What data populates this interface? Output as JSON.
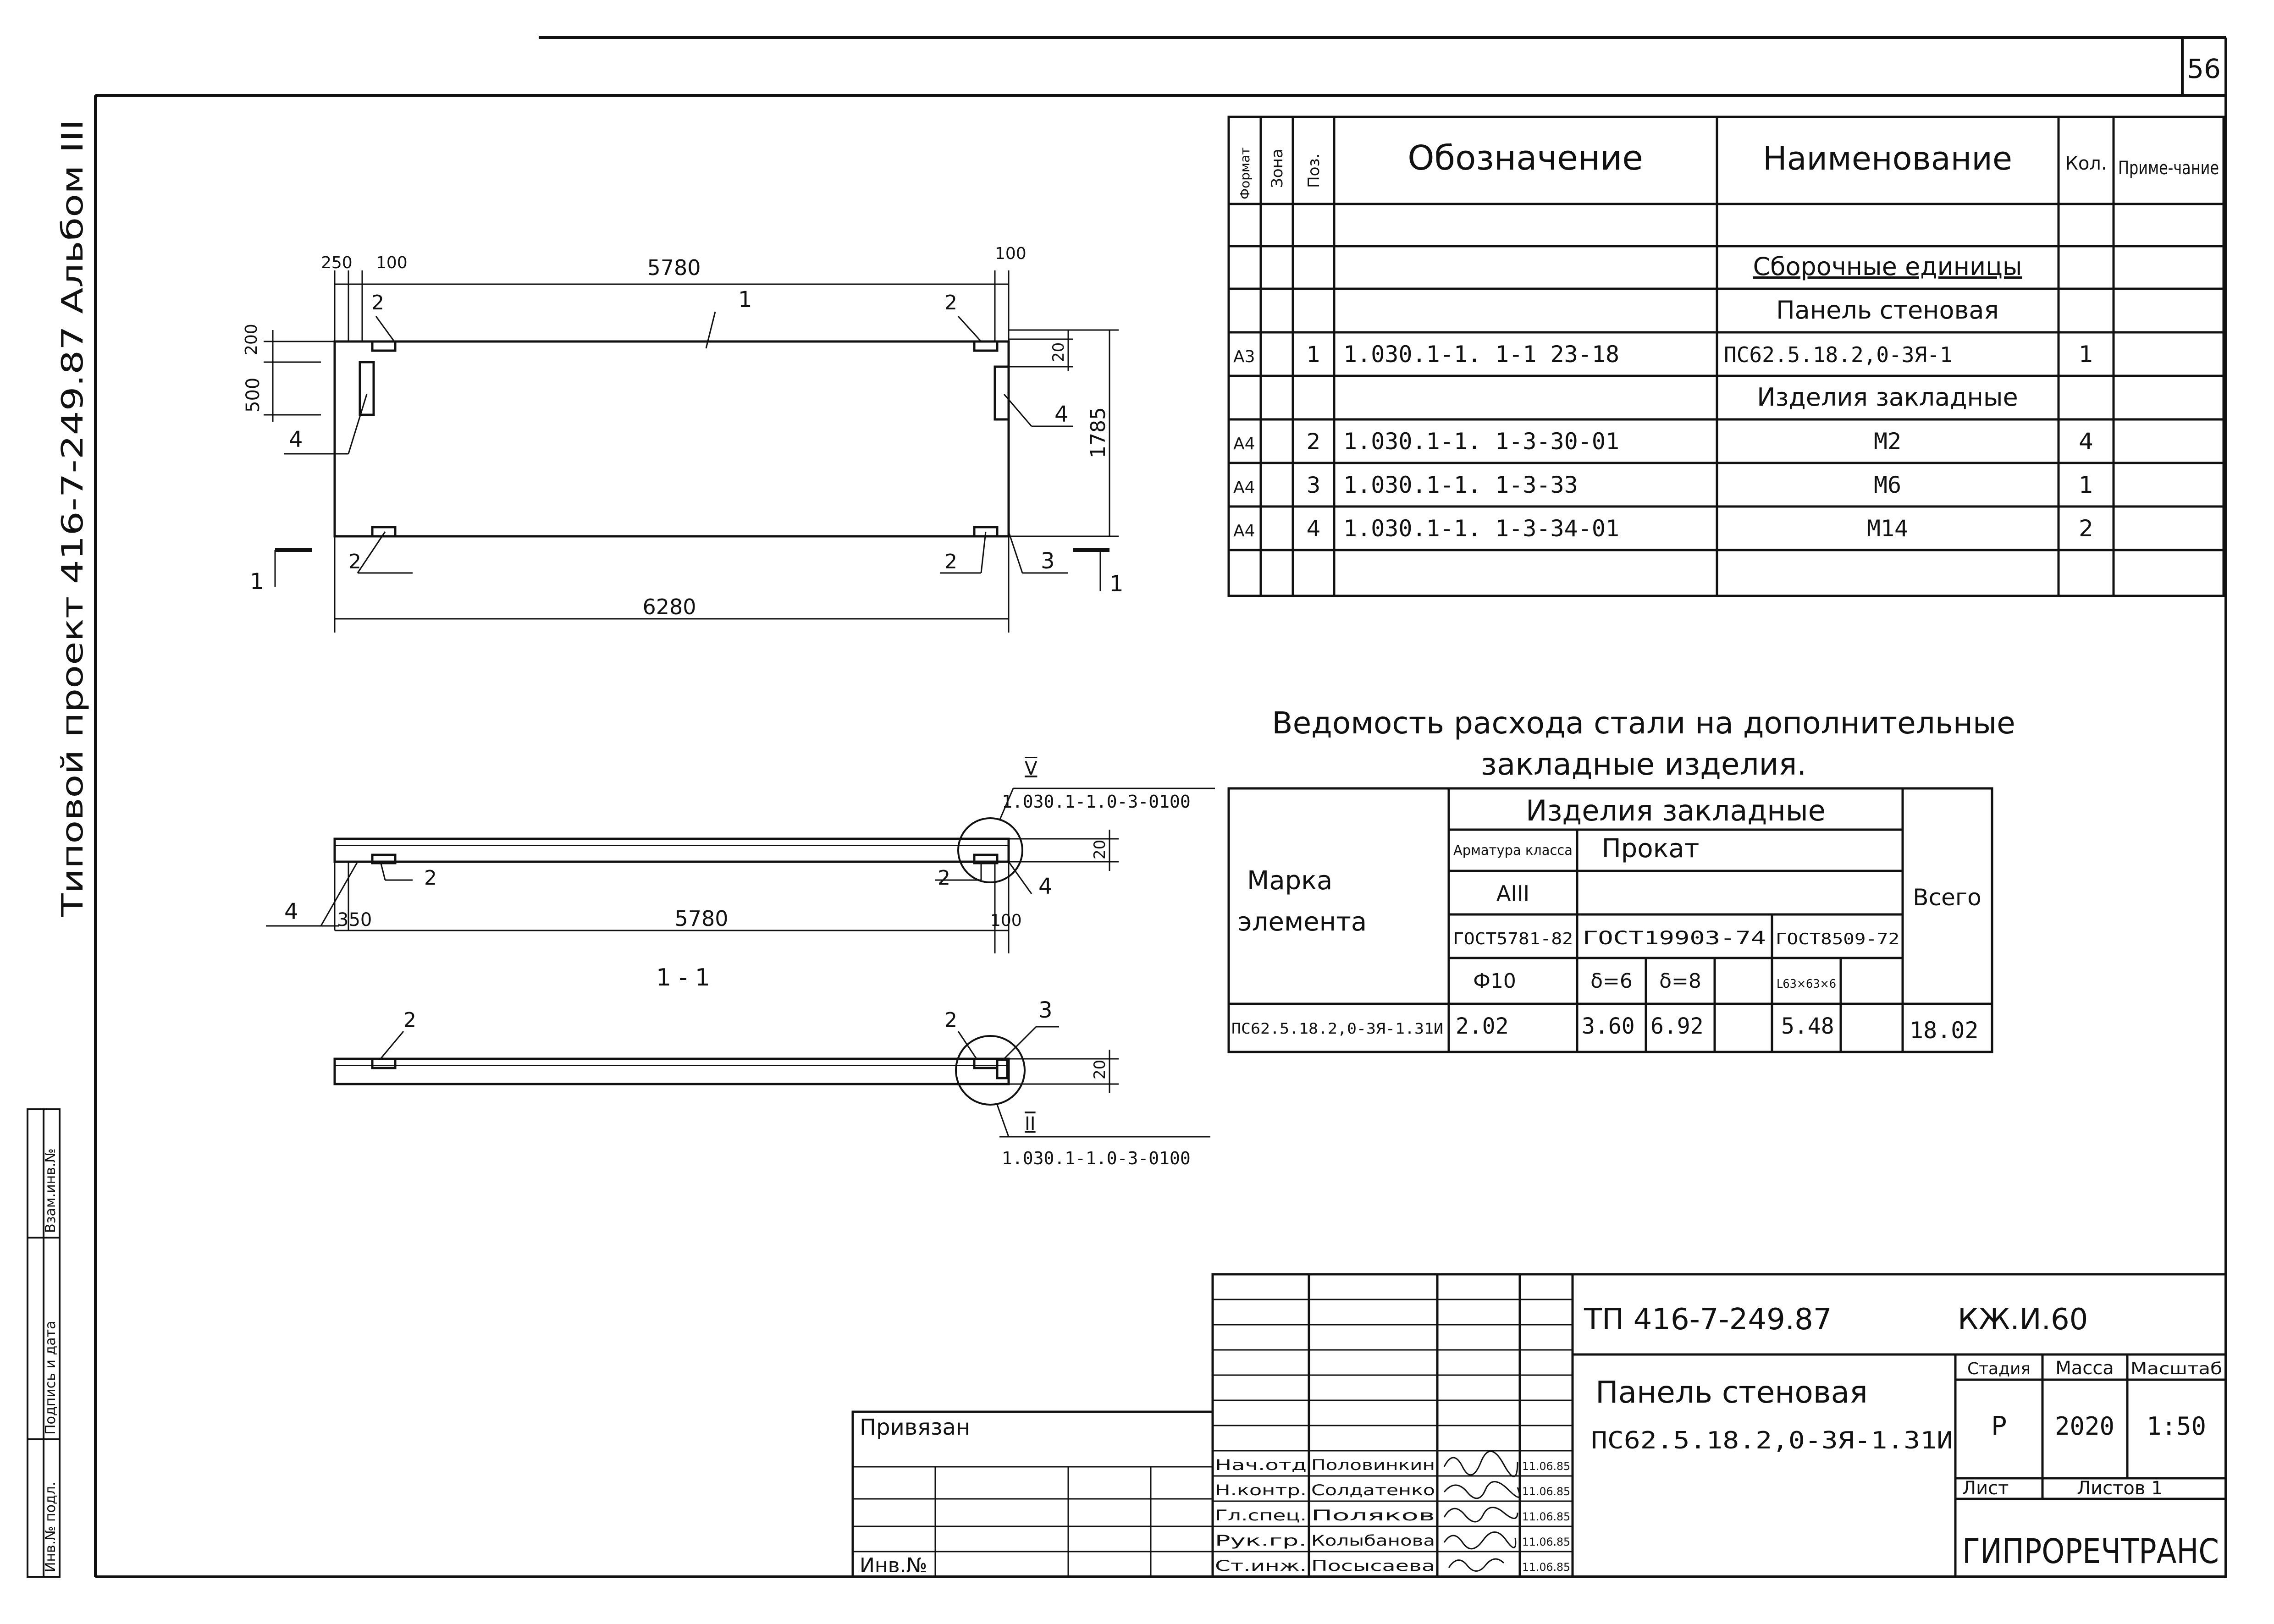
{
  "sheet_number": "56",
  "left_margin": {
    "series_text": "Типовой проект 416-7-249.87 Альбом III",
    "stamp_fields": [
      "Инв.№ подл.",
      "Подпись и дата",
      "Взам.инв.№"
    ]
  },
  "spec_table": {
    "headers": [
      "Формат",
      "Зона",
      "Поз.",
      "Обозначение",
      "Наименование",
      "Кол.",
      "Приме-чание"
    ],
    "section_assembly": "Сборочные единицы",
    "section_panel": "Панель стеновая",
    "section_embedded": "Изделия закладные",
    "rows": [
      {
        "format": "А3",
        "pos": "1",
        "designation": "1.030.1-1. 1-1 23-18",
        "name": "ПС62.5.18.2,0-3Я-1",
        "qty": "1"
      },
      {
        "format": "А4",
        "pos": "2",
        "designation": "1.030.1-1. 1-3-30-01",
        "name": "М2",
        "qty": "4"
      },
      {
        "format": "А4",
        "pos": "3",
        "designation": "1.030.1-1. 1-3-33",
        "name": "М6",
        "qty": "1"
      },
      {
        "format": "А4",
        "pos": "4",
        "designation": "1.030.1-1. 1-3-34-01",
        "name": "М14",
        "qty": "2"
      }
    ]
  },
  "steel_table": {
    "title_line1": "Ведомость расхода стали на дополнительные",
    "title_line2": "закладные изделия.",
    "col_mark_line1": "Марка",
    "col_mark_line2": "элемента",
    "group_header": "Изделия закладные",
    "rebar_class_label": "Арматура класса",
    "rolled_label": "Прокат",
    "rebar_class": "AIII",
    "total_label": "Всего",
    "gost_rebar": "ГОСТ5781-82",
    "gost_sheet": "ГОСТ19903-74",
    "gost_angle": "ГОСТ8509-72",
    "sub_phi": "Ф10",
    "sub_d6": "δ=6",
    "sub_d8": "δ=8",
    "sub_angle": "L63×63×6",
    "row_mark": "ПС62.5.18.2,0-3Я-1.31И",
    "v_phi": "2.02",
    "v_d6": "3.60",
    "v_d8": "6.92",
    "v_angle": "5.48",
    "v_total": "18.02"
  },
  "drawing": {
    "dim_250": "250",
    "dim_100": "100",
    "dim_5780": "5780",
    "dim_100r": "100",
    "dim_200": "200",
    "dim_500": "500",
    "dim_6280": "6280",
    "dim_1785": "1785",
    "dim_20": "20",
    "dim_350": "350",
    "dim_5780b": "5780",
    "dim_100b": "100",
    "section_label": "1 - 1",
    "node_ref_top": "1.030.1-1.0-3-0100",
    "node_ref_top_num": "V",
    "node_ref_bot": "1.030.1-1.0-3-0100",
    "node_ref_bot_num": "II",
    "pos_1": "1",
    "pos_2": "2",
    "pos_3": "3",
    "pos_4": "4",
    "cut_1": "1"
  },
  "title_block": {
    "doc_code": "ТП 416-7-249.87",
    "doc_mark": "КЖ.И.60",
    "title_line1": "Панель стеновая",
    "title_line2": "ПС62.5.18.2,0-3Я-1.31И",
    "stage_label": "Стадия",
    "mass_label": "Масса",
    "scale_label": "Масштаб",
    "stage": "Р",
    "mass": "2020",
    "scale": "1:50",
    "sheet_label": "Лист",
    "sheets_label": "Листов 1",
    "org": "ГИПРОРЕЧТРАНС",
    "linked_label": "Привязан",
    "inv_label": "Инв.№",
    "signers": [
      {
        "role": "Нач.отд",
        "name": "Половинкин",
        "date": "11.06.85"
      },
      {
        "role": "Н.контр.",
        "name": "Солдатенко",
        "date": "11.06.85"
      },
      {
        "role": "Гл.спец.",
        "name": "Поляков",
        "date": "11.06.85"
      },
      {
        "role": "Рук.гр.",
        "name": "Колыбанова",
        "date": "11.06.85"
      },
      {
        "role": "Ст.инж.",
        "name": "Посысаева",
        "date": "11.06.85"
      }
    ]
  }
}
